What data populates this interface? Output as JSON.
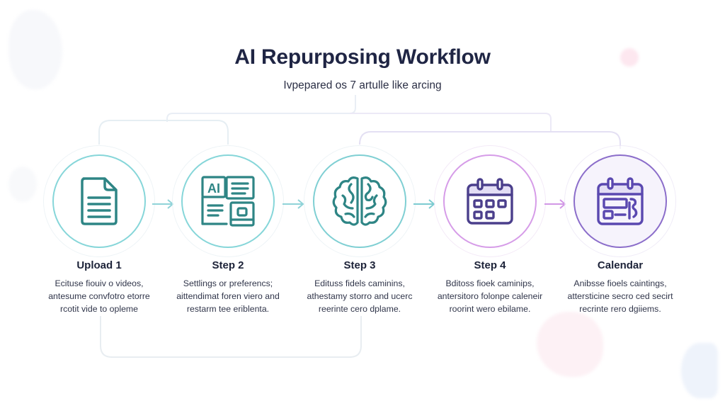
{
  "title": "AI Repurposing Workflow",
  "subtitle": "Ivpepared os 7 artulle like arcing",
  "colors": {
    "teal": "#2b8a8a",
    "teal_ring": "#7fd6d8",
    "purple": "#4b3f8c",
    "purple_ring": "#d79be8",
    "violet_ring": "#8a6cc9",
    "connector": "#e6ebf5"
  },
  "steps": [
    {
      "label": "Upload 1",
      "icon": "document-icon",
      "desc": [
        "Ecituse fiouiv o videos,",
        "antesume convfotro etorre",
        "rcotit vide to opleme"
      ]
    },
    {
      "label": "Step 2",
      "icon": "ai-content-layout-icon",
      "icon_text": "AI",
      "desc": [
        "Settlings or preferencs;",
        "aittendimat foren viero and",
        "restarm tee eriblenta."
      ]
    },
    {
      "label": "Step 3",
      "icon": "brain-icon",
      "desc": [
        "Edituss fidels caminins,",
        "athestamy storro and ucerc",
        "reerinte cero dplame."
      ]
    },
    {
      "label": "Step 4",
      "icon": "calendar-icon",
      "desc": [
        "Bditoss fioek caminips,",
        "antersitoro folonpe caleneir",
        "roorint wero ebilame."
      ]
    },
    {
      "label": "Calendar",
      "icon": "calendar-schedule-icon",
      "desc": [
        "Anibsse fioels caintings,",
        "attersticine secro ced secirt",
        "recrinte rero dgiiems."
      ]
    }
  ]
}
